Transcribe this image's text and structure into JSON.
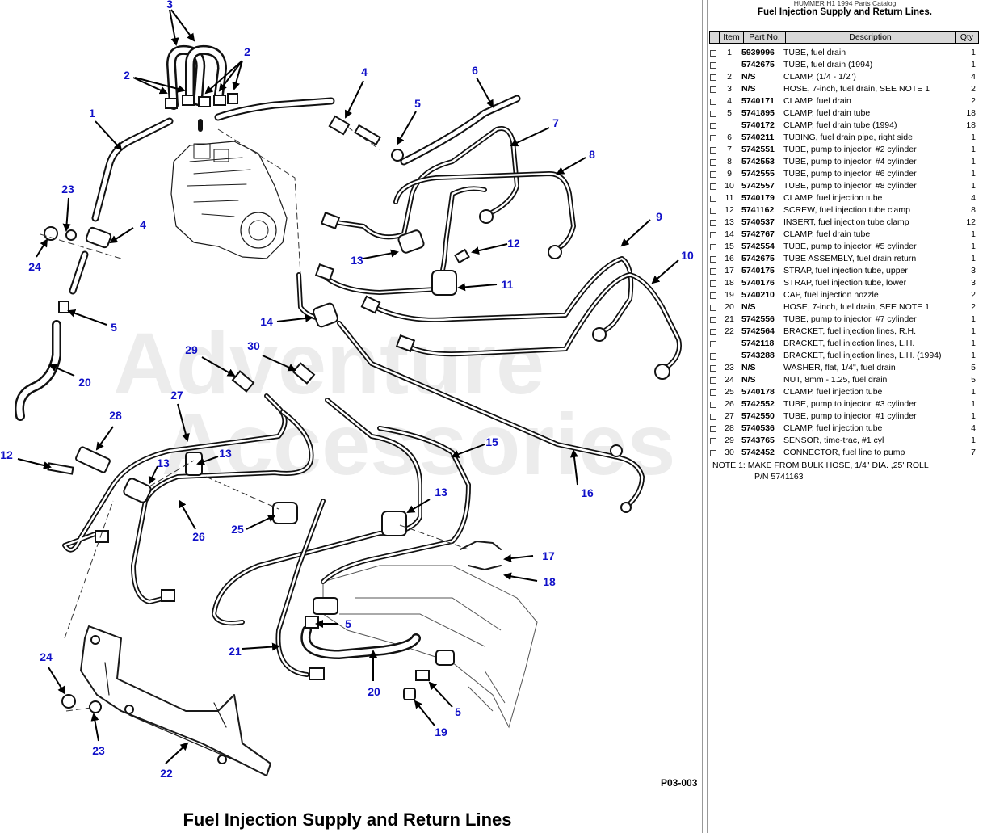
{
  "header": {
    "catalog_name": "HUMMER H1 1994 Parts Catalog",
    "figure_title": "Fuel Injection Supply and Return Lines."
  },
  "diagram": {
    "caption": "Fuel Injection Supply and Return Lines",
    "drawing_code": "P03-003",
    "watermark_line1": "Adventure",
    "watermark_line2": "Accessories",
    "callouts": [
      "3",
      "2",
      "2",
      "1",
      "4",
      "5",
      "6",
      "7",
      "8",
      "23",
      "24",
      "4",
      "9",
      "10",
      "12",
      "13",
      "11",
      "14",
      "5",
      "20",
      "29",
      "30",
      "28",
      "27",
      "12",
      "13",
      "13",
      "15",
      "16",
      "13",
      "25",
      "26",
      "17",
      "18",
      "5",
      "21",
      "20",
      "24",
      "23",
      "22",
      "5",
      "19"
    ]
  },
  "table": {
    "columns": [
      "Item",
      "Part No.",
      "Description",
      "Qty"
    ],
    "rows": [
      {
        "item": "1",
        "part": "5939996",
        "desc": "TUBE, fuel drain",
        "qty": "1"
      },
      {
        "item": "",
        "part": "5742675",
        "desc": "TUBE, fuel drain (1994)",
        "qty": "1"
      },
      {
        "item": "2",
        "part": "N/S",
        "desc": "CLAMP, (1/4 - 1/2\")",
        "qty": "4"
      },
      {
        "item": "3",
        "part": "N/S",
        "desc": "HOSE, 7-inch, fuel drain, SEE NOTE 1",
        "qty": "2"
      },
      {
        "item": "4",
        "part": "5740171",
        "desc": "CLAMP, fuel drain",
        "qty": "2"
      },
      {
        "item": "5",
        "part": "5741895",
        "desc": "CLAMP, fuel drain tube",
        "qty": "18"
      },
      {
        "item": "",
        "part": "5740172",
        "desc": "CLAMP, fuel drain tube (1994)",
        "qty": "18"
      },
      {
        "item": "6",
        "part": "5740211",
        "desc": "TUBING, fuel drain pipe, right side",
        "qty": "1"
      },
      {
        "item": "7",
        "part": "5742551",
        "desc": "TUBE, pump to injector, #2 cylinder",
        "qty": "1"
      },
      {
        "item": "8",
        "part": "5742553",
        "desc": "TUBE, pump to injector, #4 cylinder",
        "qty": "1"
      },
      {
        "item": "9",
        "part": "5742555",
        "desc": "TUBE, pump to injector, #6 cylinder",
        "qty": "1"
      },
      {
        "item": "10",
        "part": "5742557",
        "desc": "TUBE, pump to injector, #8 cylinder",
        "qty": "1"
      },
      {
        "item": "11",
        "part": "5740179",
        "desc": "CLAMP, fuel injection tube",
        "qty": "4"
      },
      {
        "item": "12",
        "part": "5741162",
        "desc": "SCREW, fuel injection tube clamp",
        "qty": "8"
      },
      {
        "item": "13",
        "part": "5740537",
        "desc": "INSERT, fuel injection tube clamp",
        "qty": "12"
      },
      {
        "item": "14",
        "part": "5742767",
        "desc": "CLAMP, fuel drain tube",
        "qty": "1"
      },
      {
        "item": "15",
        "part": "5742554",
        "desc": "TUBE, pump to injector, #5 cylinder",
        "qty": "1"
      },
      {
        "item": "16",
        "part": "5742675",
        "desc": "TUBE ASSEMBLY, fuel drain return",
        "qty": "1"
      },
      {
        "item": "17",
        "part": "5740175",
        "desc": "STRAP, fuel injection tube, upper",
        "qty": "3"
      },
      {
        "item": "18",
        "part": "5740176",
        "desc": "STRAP, fuel injection tube, lower",
        "qty": "3"
      },
      {
        "item": "19",
        "part": "5740210",
        "desc": "CAP, fuel injection nozzle",
        "qty": "2"
      },
      {
        "item": "20",
        "part": "N/S",
        "desc": "HOSE, 7-inch, fuel drain, SEE NOTE 1",
        "qty": "2"
      },
      {
        "item": "21",
        "part": "5742556",
        "desc": "TUBE, pump to injector, #7 cylinder",
        "qty": "1"
      },
      {
        "item": "22",
        "part": "5742564",
        "desc": "BRACKET, fuel injection lines, R.H.",
        "qty": "1"
      },
      {
        "item": "",
        "part": "5742118",
        "desc": "BRACKET, fuel injection lines, L.H.",
        "qty": "1"
      },
      {
        "item": "",
        "part": "5743288",
        "desc": "BRACKET, fuel injection lines, L.H. (1994)",
        "qty": "1"
      },
      {
        "item": "23",
        "part": "N/S",
        "desc": "WASHER, flat, 1/4\", fuel drain",
        "qty": "5"
      },
      {
        "item": "24",
        "part": "N/S",
        "desc": "NUT, 8mm - 1.25, fuel drain",
        "qty": "5"
      },
      {
        "item": "25",
        "part": "5740178",
        "desc": "CLAMP, fuel injection tube",
        "qty": "1"
      },
      {
        "item": "26",
        "part": "5742552",
        "desc": "TUBE, pump to injector, #3 cylinder",
        "qty": "1"
      },
      {
        "item": "27",
        "part": "5742550",
        "desc": "TUBE, pump to injector, #1 cylinder",
        "qty": "1"
      },
      {
        "item": "28",
        "part": "5740536",
        "desc": "CLAMP, fuel injection tube",
        "qty": "4"
      },
      {
        "item": "29",
        "part": "5743765",
        "desc": "SENSOR, time-trac, #1 cyl",
        "qty": "1"
      },
      {
        "item": "30",
        "part": "5742452",
        "desc": "CONNECTOR, fuel line to pump",
        "qty": "7"
      }
    ],
    "note_line1": "NOTE 1:   MAKE FROM BULK HOSE, 1/4\" DIA. ,25' ROLL",
    "note_line2": "P/N 5741163"
  }
}
